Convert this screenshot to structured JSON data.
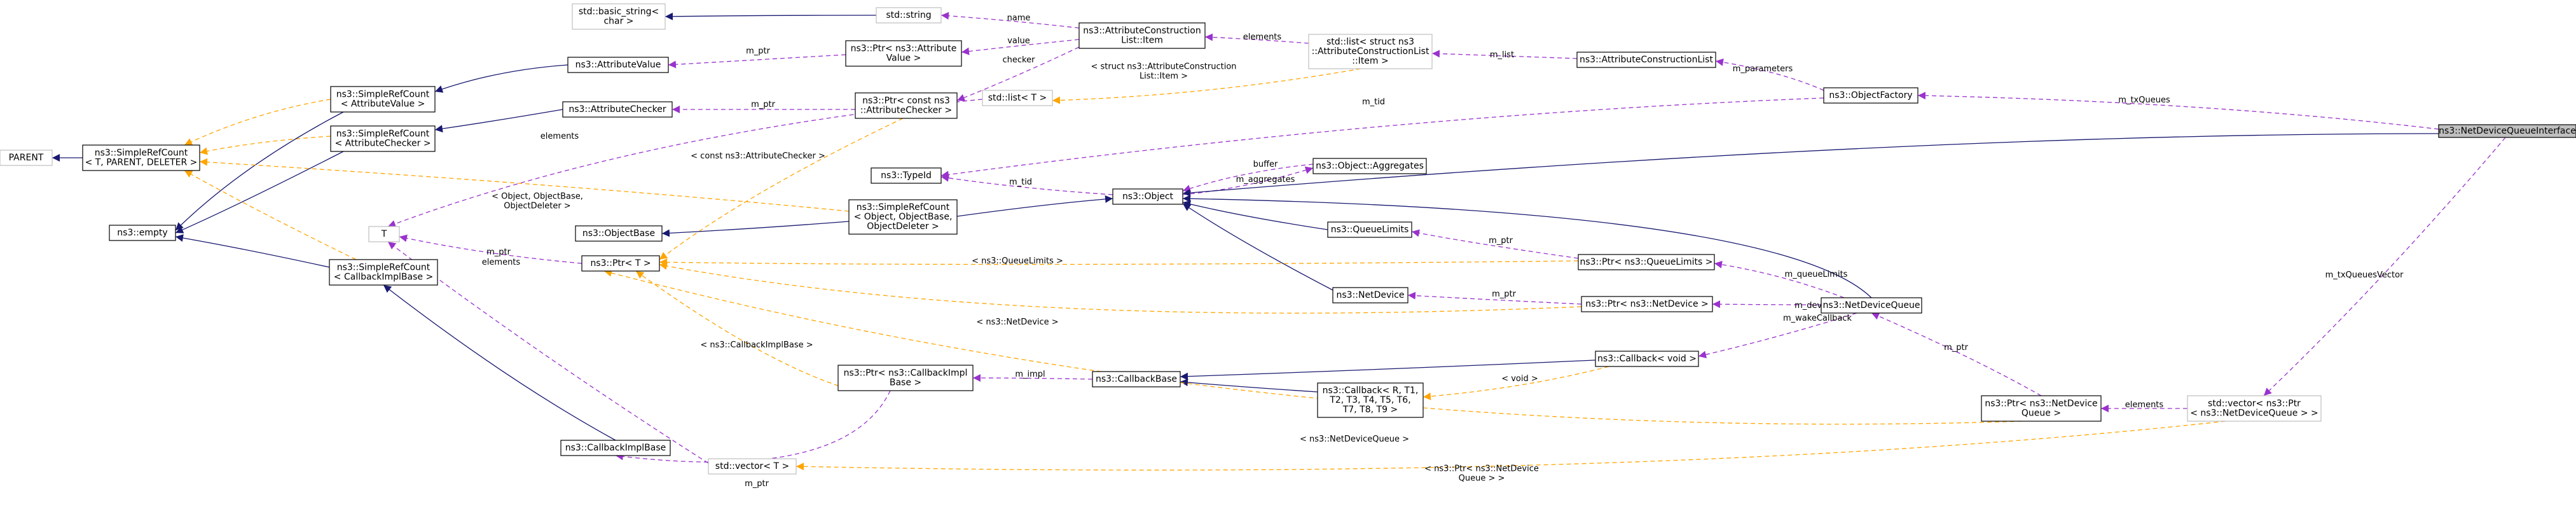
{
  "colors": {
    "inheritance": "#191970",
    "usage": "#9a32cd",
    "template": "#ffa500",
    "focus_fill": "#bfbfbf",
    "template_border": "#bfbfbf"
  },
  "nodes": {
    "net_device_queue_interface": [
      "ns3::NetDeviceQueueInterface"
    ],
    "object_factory": [
      "ns3::ObjectFactory"
    ],
    "attribute_construction_list": [
      "ns3::AttributeConstructionList"
    ],
    "std_list_item": [
      "std::list< struct ns3",
      "::AttributeConstructionList",
      "::Item >"
    ],
    "acl_item": [
      "ns3::AttributeConstruction",
      "List::Item"
    ],
    "std_string": [
      "std::string"
    ],
    "basic_string": [
      "std::basic_string<",
      "char >"
    ],
    "ptr_attribute_value": [
      "ns3::Ptr< ns3::Attribute",
      "Value >"
    ],
    "ptr_const_attribute_checker": [
      "ns3::Ptr< const ns3",
      "::AttributeChecker >"
    ],
    "std_list_t": [
      "std::list< T >"
    ],
    "attribute_value": [
      "ns3::AttributeValue"
    ],
    "attribute_checker": [
      "ns3::AttributeChecker"
    ],
    "src_attribute_value": [
      "ns3::SimpleRefCount",
      "< AttributeValue >"
    ],
    "src_attribute_checker": [
      "ns3::SimpleRefCount",
      "< AttributeChecker >"
    ],
    "src_template": [
      "ns3::SimpleRefCount",
      "< T, PARENT, DELETER >"
    ],
    "parent": [
      "PARENT"
    ],
    "empty": [
      "ns3::empty"
    ],
    "t": [
      "T"
    ],
    "src_callback_impl_base": [
      "ns3::SimpleRefCount",
      "< CallbackImplBase >"
    ],
    "callback_impl_base": [
      "ns3::CallbackImplBase"
    ],
    "ptr_t": [
      "ns3::Ptr< T >"
    ],
    "object_base": [
      "ns3::ObjectBase"
    ],
    "type_id": [
      "ns3::TypeId"
    ],
    "src_object": [
      "ns3::SimpleRefCount",
      "< Object, ObjectBase,",
      "ObjectDeleter >"
    ],
    "object": [
      "ns3::Object"
    ],
    "object_aggregates": [
      "ns3::Object::Aggregates"
    ],
    "queue_limits": [
      "ns3::QueueLimits"
    ],
    "net_device": [
      "ns3::NetDevice"
    ],
    "ptr_queue_limits": [
      "ns3::Ptr< ns3::QueueLimits >"
    ],
    "ptr_net_device": [
      "ns3::Ptr< ns3::NetDevice >"
    ],
    "net_device_queue": [
      "ns3::NetDeviceQueue"
    ],
    "callback_void": [
      "ns3::Callback< void >"
    ],
    "callback_base": [
      "ns3::CallbackBase"
    ],
    "callback_template": [
      "ns3::Callback< R, T1,",
      "T2, T3, T4, T5, T6,",
      "T7, T8, T9 >"
    ],
    "ptr_callback_impl_base": [
      "ns3::Ptr< ns3::CallbackImpl",
      "Base >"
    ],
    "std_vector_t": [
      "std::vector< T >"
    ],
    "ptr_net_device_queue": [
      "ns3::Ptr< ns3::NetDevice",
      "Queue >"
    ],
    "std_vector_ptr_ndq": [
      "std::vector< ns3::Ptr",
      "< ns3::NetDeviceQueue > >"
    ]
  },
  "edges": {
    "m_txQueues": "m_txQueues",
    "m_parameters": "m_parameters",
    "m_list": "m_list",
    "elements_item": "elements",
    "name": "name",
    "value": "value",
    "checker": "checker",
    "m_ptr_av": "m_ptr",
    "m_ptr_ac": "m_ptr",
    "tpl_attribute_value": "< AttributeValue >",
    "tpl_attribute_checker": "< AttributeChecker >",
    "tpl_struct_item": "< struct ns3::AttributeConstruction\nList::Item >",
    "m_tid_factory": "m_tid",
    "elements_list_t": "elements",
    "tpl_const_checker": "< const ns3::AttributeChecker >",
    "tpl_object": "< Object, ObjectBase,\nObjectDeleter >",
    "tpl_callback_impl_base": "< CallbackImplBase >",
    "buffer": "buffer",
    "m_aggregates": "m_aggregates",
    "m_tid_object": "m_tid",
    "m_ptr_t": "m_ptr",
    "elements_vector_t": "elements",
    "tpl_queue_limits": "< ns3::QueueLimits >",
    "m_ptr_ql": "m_ptr",
    "m_queueLimits": "m_queueLimits",
    "tpl_net_device": "< ns3::NetDevice >",
    "m_ptr_nd": "m_ptr",
    "m_device": "m_device",
    "m_wakeCallback": "m_wakeCallback",
    "tpl_void": "< void >",
    "m_impl": "m_impl",
    "tpl_cib": "< ns3::CallbackImplBase >",
    "m_ptr_cib": "m_ptr",
    "m_ptr_ndq": "m_ptr",
    "elements_ndq": "elements",
    "m_txQueuesVector": "m_txQueuesVector",
    "tpl_ndq": "< ns3::NetDeviceQueue >",
    "tpl_ptr_ndq": "< ns3::Ptr< ns3::NetDevice\nQueue > >"
  }
}
